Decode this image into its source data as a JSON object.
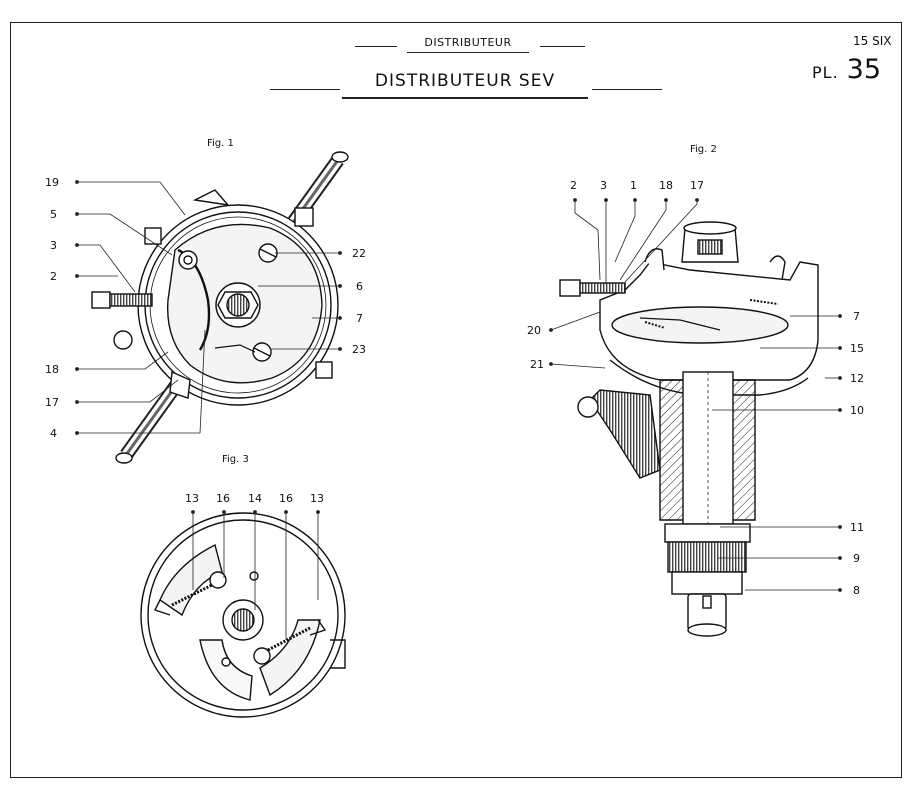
{
  "header": {
    "section": "DISTRIBUTEUR",
    "title": "DISTRIBUTEUR SEV",
    "model": "15 SIX",
    "plate_prefix": "PL.",
    "plate_number": "35"
  },
  "figures": {
    "fig1": {
      "label": "Fig. 1",
      "callouts": [
        "19",
        "5",
        "3",
        "2",
        "18",
        "17",
        "4",
        "22",
        "6",
        "7",
        "23"
      ]
    },
    "fig2": {
      "label": "Fig. 2",
      "callouts": [
        "2",
        "3",
        "1",
        "18",
        "17",
        "20",
        "21",
        "7",
        "15",
        "12",
        "10",
        "11",
        "9",
        "8"
      ]
    },
    "fig3": {
      "label": "Fig. 3",
      "callouts": [
        "13",
        "16",
        "14",
        "16",
        "13"
      ]
    }
  }
}
